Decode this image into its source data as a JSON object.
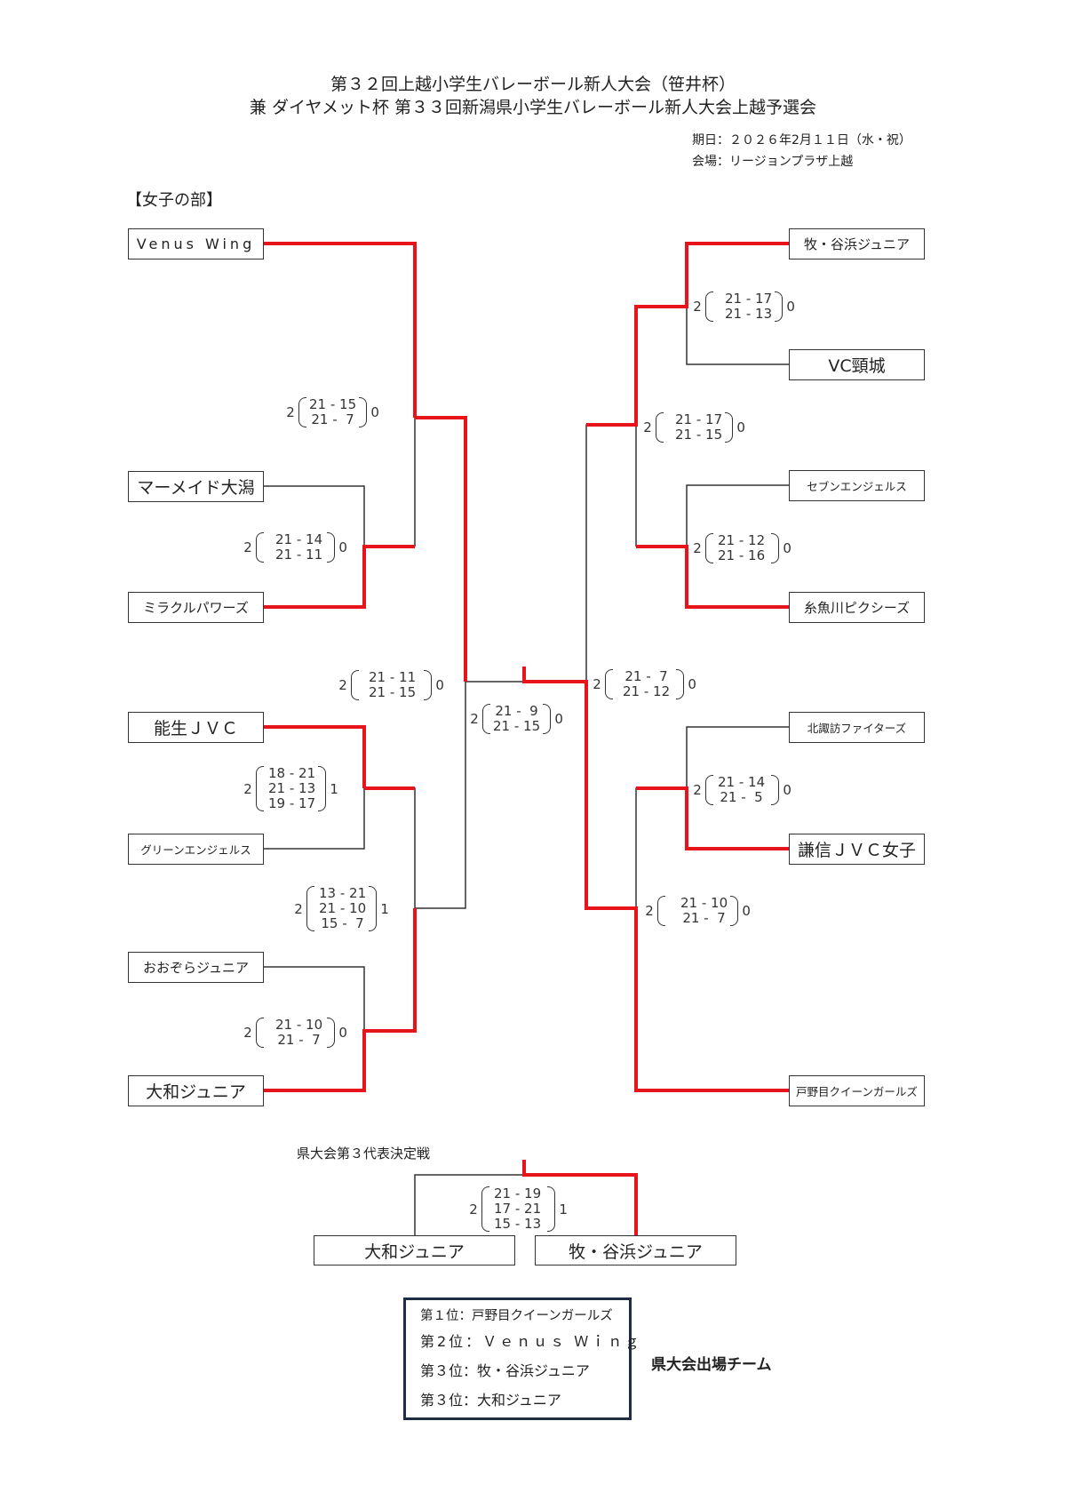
{
  "header": {
    "title_line1": "第３２回上越小学生バレーボール新人大会（笹井杯）",
    "title_line2": "兼 ダイヤメット杯 第３３回新潟県小学生バレーボール新人大会上越予選会",
    "date": "期日：２０２６年2月１１日（水・祝）",
    "venue": "会場：リージョンプラザ上越"
  },
  "section_title": "【女子の部】",
  "teams": {
    "left": [
      "Venus Wing",
      "マーメイド大潟",
      "ミラクルパワーズ",
      "能生ＪＶＣ",
      "グリーンエンジェルス",
      "おおぞらジュニア",
      "大和ジュニア"
    ],
    "right": [
      "牧・谷浜ジュニア",
      "VC頸城",
      "セブンエンジェルス",
      "糸魚川ピクシーズ",
      "北諏訪ファイターズ",
      "謙信ＪＶＣ女子",
      "戸野目クイーンガールズ"
    ]
  },
  "matches": {
    "l_r1_mermaid_miracle": {
      "w": "2",
      "l": "0",
      "sets": [
        "21 - 14",
        "21 - 11"
      ]
    },
    "l_r1_nou_green": {
      "w": "2",
      "l": "1",
      "sets": [
        "18 - 21",
        "21 - 13",
        "19 - 17"
      ]
    },
    "l_r1_oozora_yamato": {
      "w": "2",
      "l": "0",
      "sets": [
        "21 - 10",
        "21 -  7"
      ]
    },
    "l_r2_venus_miracle": {
      "w": "2",
      "l": "0",
      "sets": [
        "21 - 15",
        "21 -  7"
      ]
    },
    "l_r2_nou_yamato": {
      "w": "2",
      "l": "1",
      "sets": [
        "13 - 21",
        "21 - 10",
        "15 -  7"
      ]
    },
    "l_semi": {
      "w": "2",
      "l": "0",
      "sets": [
        "21 - 11",
        "21 - 15"
      ]
    },
    "final": {
      "w": "2",
      "l": "0",
      "sets": [
        "21 -  9",
        "21 - 15"
      ]
    },
    "r_r1_maki_vc": {
      "w": "2",
      "l": "0",
      "sets": [
        "21 - 17",
        "21 - 13"
      ]
    },
    "r_r1_seven_itoigawa": {
      "w": "2",
      "l": "0",
      "sets": [
        "21 - 12",
        "21 - 16"
      ]
    },
    "r_r1_kitasuwa_kenshin": {
      "w": "2",
      "l": "0",
      "sets": [
        "21 - 14",
        "21 -  5"
      ]
    },
    "r_r2_maki_itoigawa": {
      "w": "2",
      "l": "0",
      "sets": [
        "21 - 17",
        "21 - 15"
      ]
    },
    "r_r2_kenshin_tonome": {
      "w": "2",
      "l": "0",
      "sets": [
        "21 - 10",
        "21 -  7"
      ]
    },
    "r_semi": {
      "w": "2",
      "l": "0",
      "sets": [
        "21 -  7",
        "21 - 12"
      ]
    },
    "third_playoff": {
      "w": "2",
      "l": "1",
      "sets": [
        "21 - 19",
        "17 - 21",
        "15 - 13"
      ]
    }
  },
  "third_place_playoff": {
    "label": "県大会第３代表決定戦",
    "teams": [
      "大和ジュニア",
      "牧・谷浜ジュニア"
    ]
  },
  "ranking": {
    "items": [
      "第１位：戸野目クイーンガールズ",
      "第2位：Ｖｅｎｕｓ Ｗｉｎｇ",
      "第３位：牧・谷浜ジュニア",
      "第３位：大和ジュニア"
    ],
    "qualify_label": "県大会出場チーム"
  },
  "colors": {
    "winner_line": "#e8141b",
    "line": "#333333",
    "ranking_border": "#1f2d44"
  }
}
